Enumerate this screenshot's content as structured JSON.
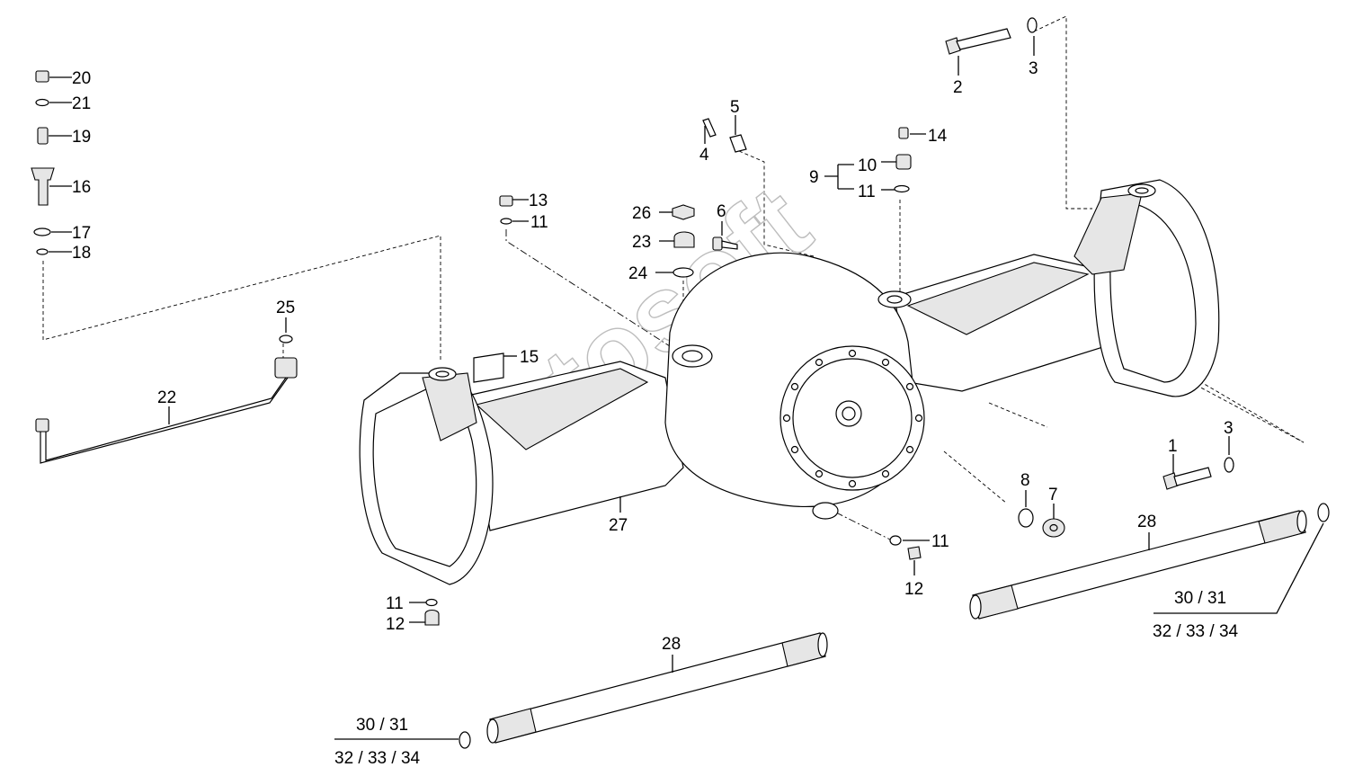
{
  "watermark": "Autosoft",
  "labels": {
    "l1": "1",
    "l2": "2",
    "l3a": "3",
    "l3b": "3",
    "l4": "4",
    "l5": "5",
    "l6": "6",
    "l7": "7",
    "l8": "8",
    "l9": "9",
    "l10": "10",
    "l11a": "11",
    "l11b": "11",
    "l11c": "11",
    "l11d": "11",
    "l12a": "12",
    "l12b": "12",
    "l13": "13",
    "l14": "14",
    "l15": "15",
    "l16": "16",
    "l17": "17",
    "l18": "18",
    "l19": "19",
    "l20": "20",
    "l21": "21",
    "l22": "22",
    "l23": "23",
    "l24": "24",
    "l25": "25",
    "l26": "26",
    "l27": "27",
    "l28a": "28",
    "l28b": "28",
    "frac_top_a": "30 / 31",
    "frac_bot_a": "32 / 33 / 34",
    "frac_top_b": "30 / 31",
    "frac_bot_b": "32 / 33 / 34"
  }
}
